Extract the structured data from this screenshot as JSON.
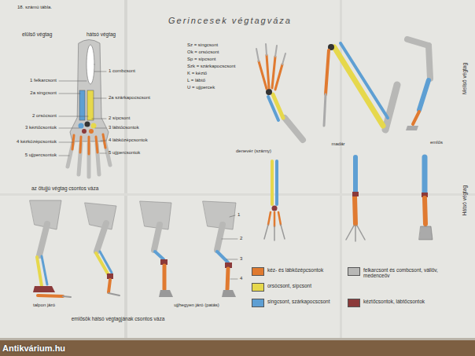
{
  "diagram": {
    "title": "Gerincesek végtagváza",
    "labels": [
      "18. számú tábla.",
      "elülső végtag",
      "hátsó végtag",
      "1 felkarcsont",
      "2a singcsont",
      "2 orsócsont",
      "3 kéztőcsontok",
      "4 kézközépcsontok",
      "5 ujjpercsontok",
      "1 combcsont",
      "2a szárkapocscsont",
      "2 sípcsont",
      "3 lábtőcsontok",
      "4 lábközépcsontok",
      "5 ujjpercsontok",
      "az ötujjú végtag csontos váza",
      "Sz = singcsont",
      "Ok = orsócsont",
      "Sp = sípcsont",
      "Szk = szárkapocscsont",
      "K = kéztő",
      "L = lábtő",
      "U = ujjpercek",
      "denevér (szárny)",
      "madár",
      "emlős",
      "Mellső végtag",
      "Hátsó végtag",
      "talpon járó",
      "ujjhegyen járó (patás)",
      "emlősök hátsó végtagjának csontos váza",
      "Antikvárium.hu",
      "1",
      "2",
      "3",
      "4"
    ],
    "legend": [
      {
        "text": "kéz- és lábközépcsontok",
        "color": "#e07a30"
      },
      {
        "text": "orsócsont, sípcsont",
        "color": "#e6d84c"
      },
      {
        "text": "singcsont, szárkapocscsont",
        "color": "#5e9fd3"
      },
      {
        "text": "felkarcsont és combcsont, vállöv, medenceöv",
        "color": "#b8b8b6"
      },
      {
        "text": "kéztőcsontok, lábtőcsontok",
        "color": "#8b3a3a"
      }
    ]
  }
}
